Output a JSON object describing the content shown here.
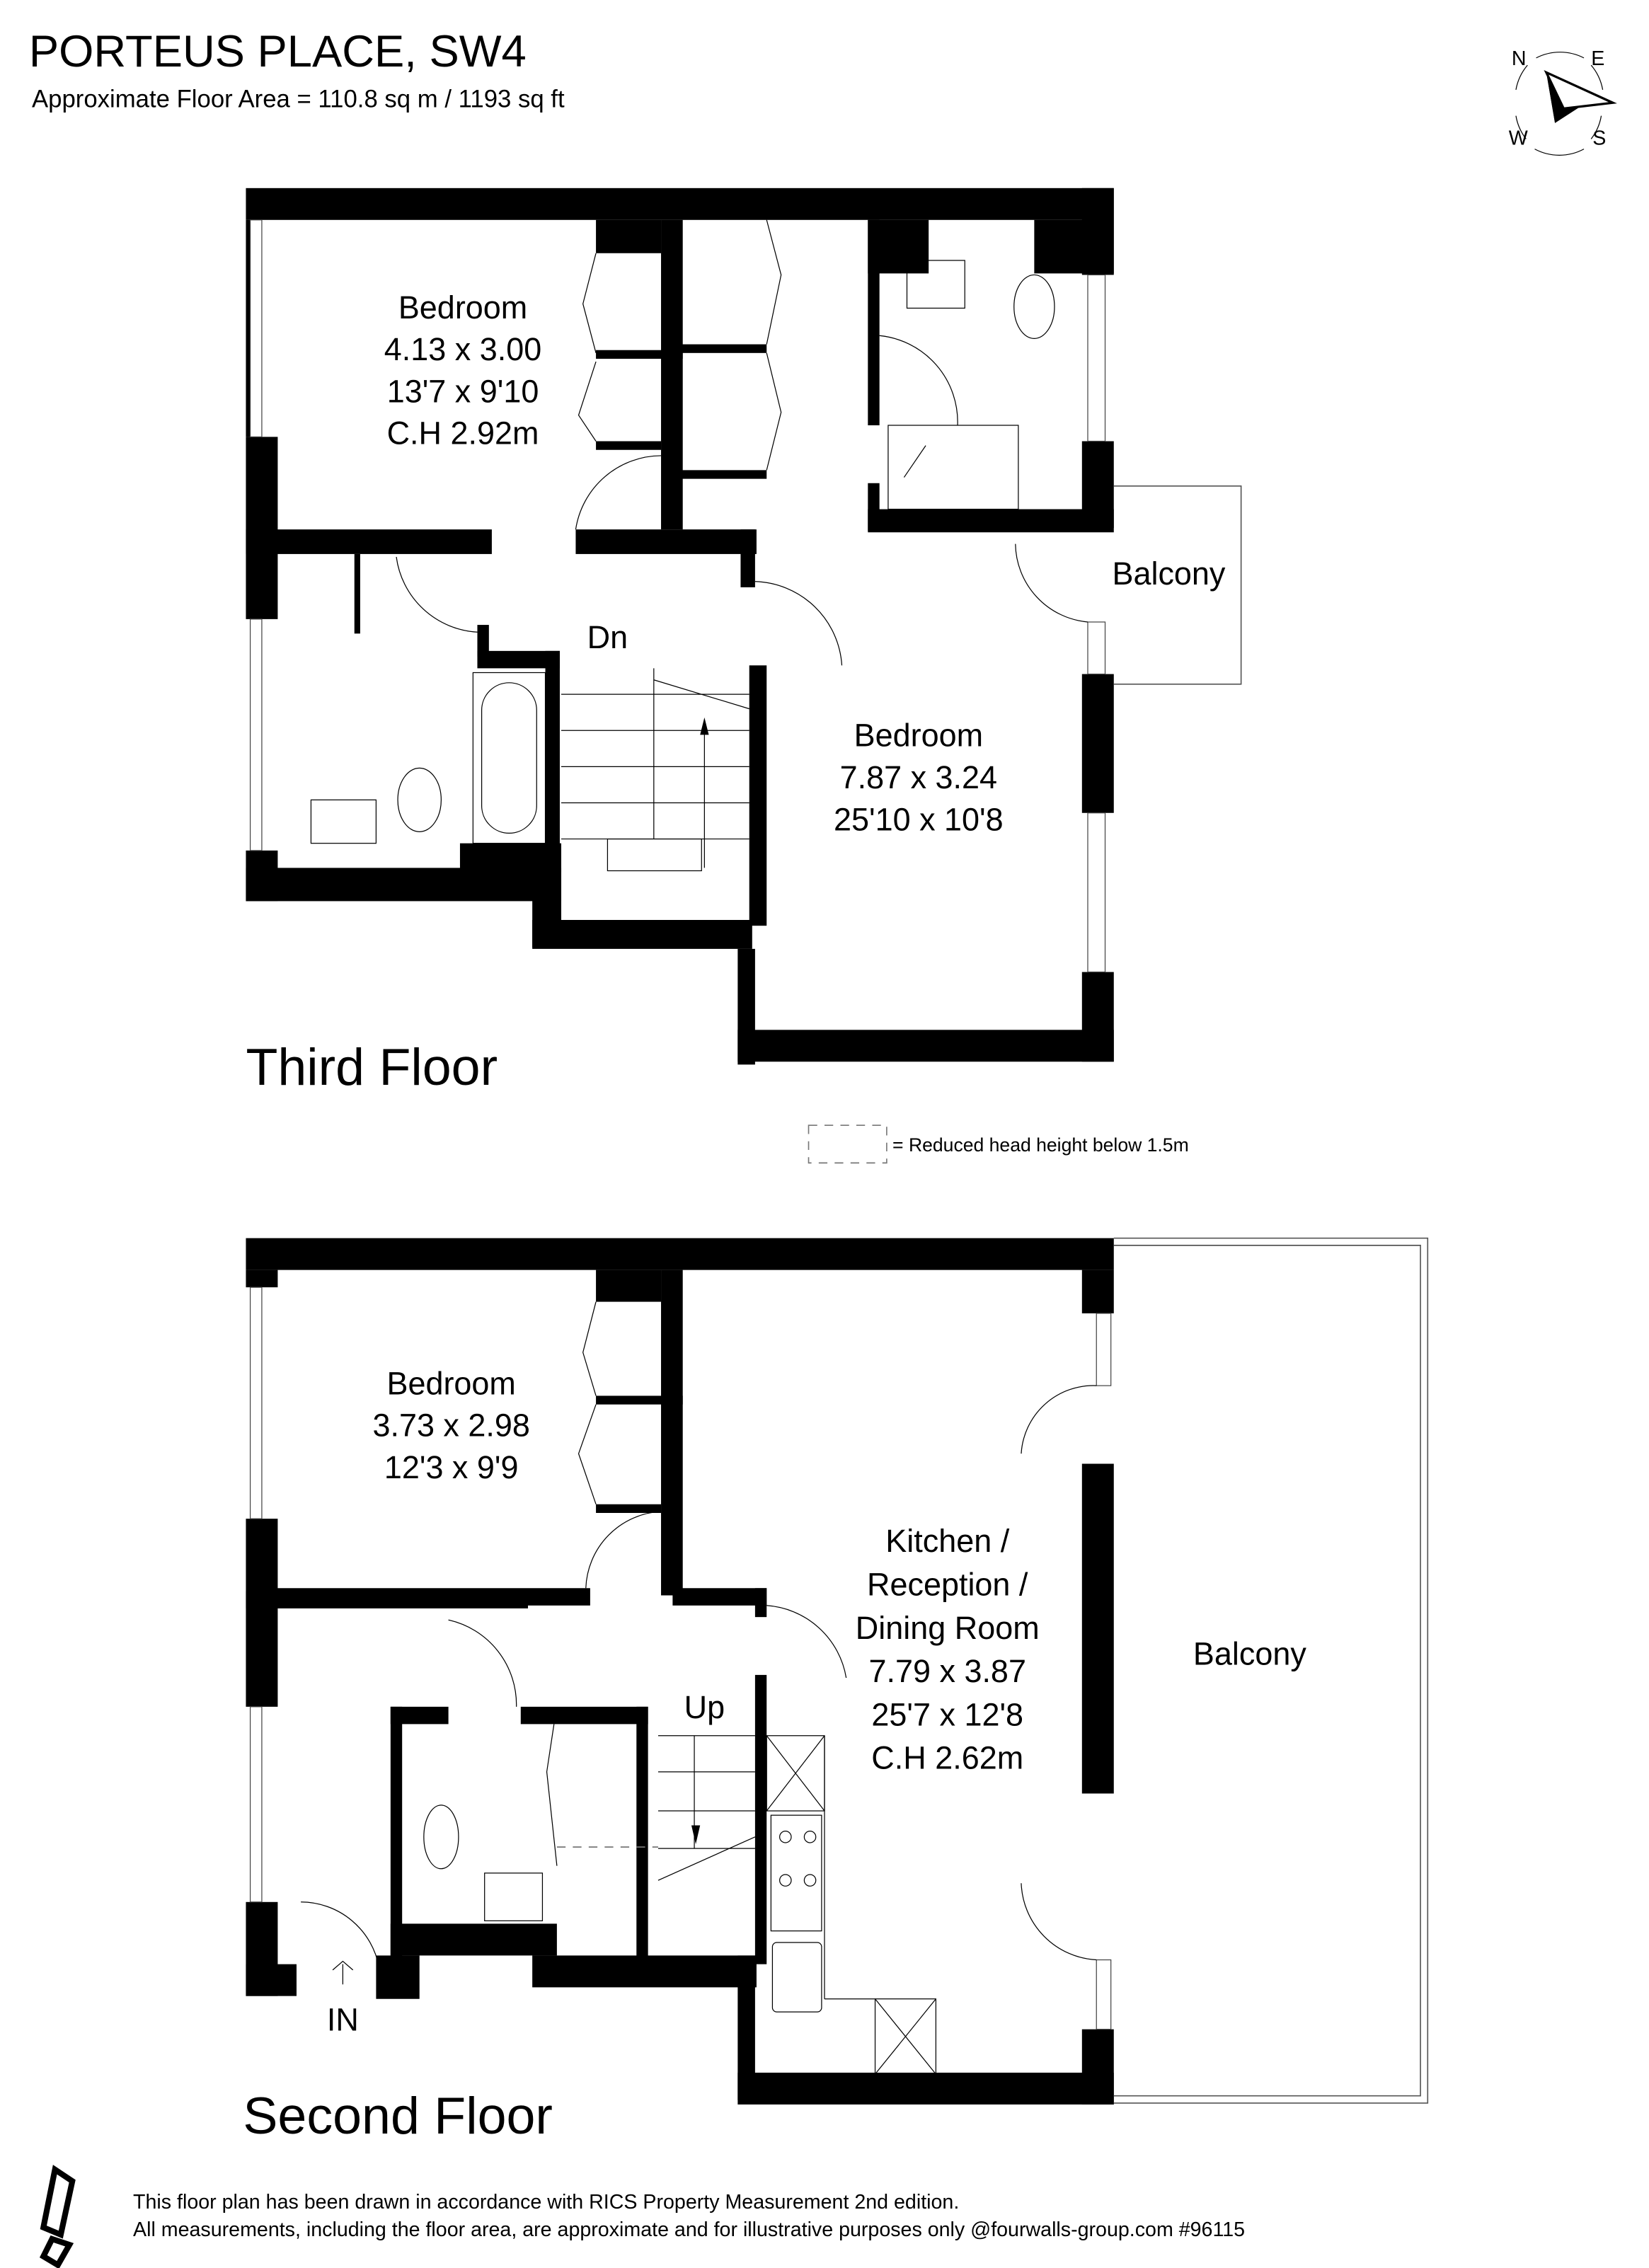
{
  "header": {
    "title": "PORTEUS PLACE, SW4",
    "subtitle": "Approximate Floor Area = 110.8 sq m / 1193 sq ft"
  },
  "compass": {
    "icon": "compass-rose-icon",
    "labels": {
      "n": "N",
      "e": "E",
      "s": "S",
      "w": "W"
    }
  },
  "third_floor": {
    "label": "Third Floor",
    "rooms": [
      {
        "name": "Bedroom",
        "metric": "4.13 x 3.00",
        "imperial": "13'7 x 9'10",
        "ceiling": "C.H 2.92m"
      },
      {
        "name": "Bedroom",
        "metric": "7.87 x 3.24",
        "imperial": "25'10 x 10'8"
      },
      {
        "name": "Balcony"
      }
    ],
    "stairs_label": "Dn"
  },
  "legend": {
    "icon": "dashed-box-icon",
    "text": "= Reduced head height below 1.5m"
  },
  "second_floor": {
    "label": "Second Floor",
    "rooms": [
      {
        "name": "Bedroom",
        "metric": "3.73 x 2.98",
        "imperial": "12'3 x 9'9"
      },
      {
        "name_lines": [
          "Kitchen /",
          "Reception /",
          "Dining Room"
        ],
        "metric": "7.79 x 3.87",
        "imperial": "25'7 x 12'8",
        "ceiling": "C.H 2.62m"
      },
      {
        "name": "Balcony"
      }
    ],
    "stairs_label": "Up",
    "entrance_label": "IN"
  },
  "footer": {
    "logo": "fourwalls-logo-icon",
    "line1": "This floor plan has been drawn in accordance with RICS Property Measurement 2nd edition.",
    "line2": "All measurements, including the floor area, are approximate and for illustrative purposes only @fourwalls-group.com #96115"
  },
  "colors": {
    "wall": "#000000",
    "background": "#ffffff",
    "fixture_line": "#555555",
    "dashed": "#777777"
  }
}
